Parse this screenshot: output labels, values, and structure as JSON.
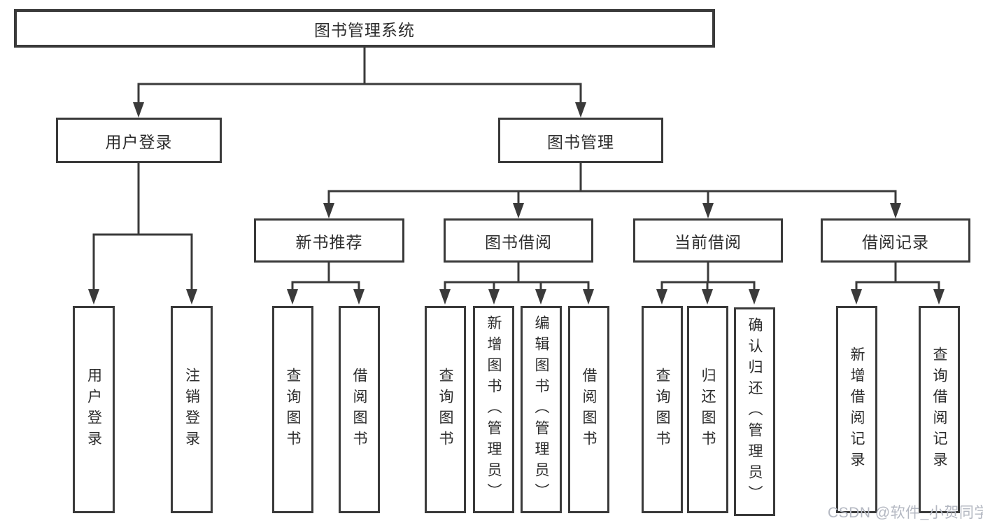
{
  "diagram": {
    "type": "tree",
    "root": {
      "label": "图书管理系统"
    },
    "children": [
      {
        "label": "用户登录",
        "children": [
          {
            "label": "用户登录"
          },
          {
            "label": "注销登录"
          }
        ]
      },
      {
        "label": "图书管理",
        "children": [
          {
            "label": "新书推荐",
            "children": [
              {
                "label": "查询图书"
              },
              {
                "label": "借阅图书"
              }
            ]
          },
          {
            "label": "图书借阅",
            "children": [
              {
                "label": "查询图书"
              },
              {
                "label": "新增图书（管理员）"
              },
              {
                "label": "编辑图书（管理员）"
              },
              {
                "label": "借阅图书"
              }
            ]
          },
          {
            "label": "当前借阅",
            "children": [
              {
                "label": "查询图书"
              },
              {
                "label": "归还图书"
              },
              {
                "label": "确认归还（管理员）"
              }
            ]
          },
          {
            "label": "借阅记录",
            "children": [
              {
                "label": "新增借阅记录"
              },
              {
                "label": "查询借阅记录"
              }
            ]
          }
        ]
      }
    ],
    "colors": {
      "line": "#3a3a3a",
      "box_border": "#3a3a3a",
      "box_fill": "#ffffff",
      "text": "#2d2d2d",
      "background": "#ffffff",
      "watermark": "#b4b8c2"
    }
  },
  "watermark": {
    "text": "CSDN @软件_小贺同学"
  }
}
